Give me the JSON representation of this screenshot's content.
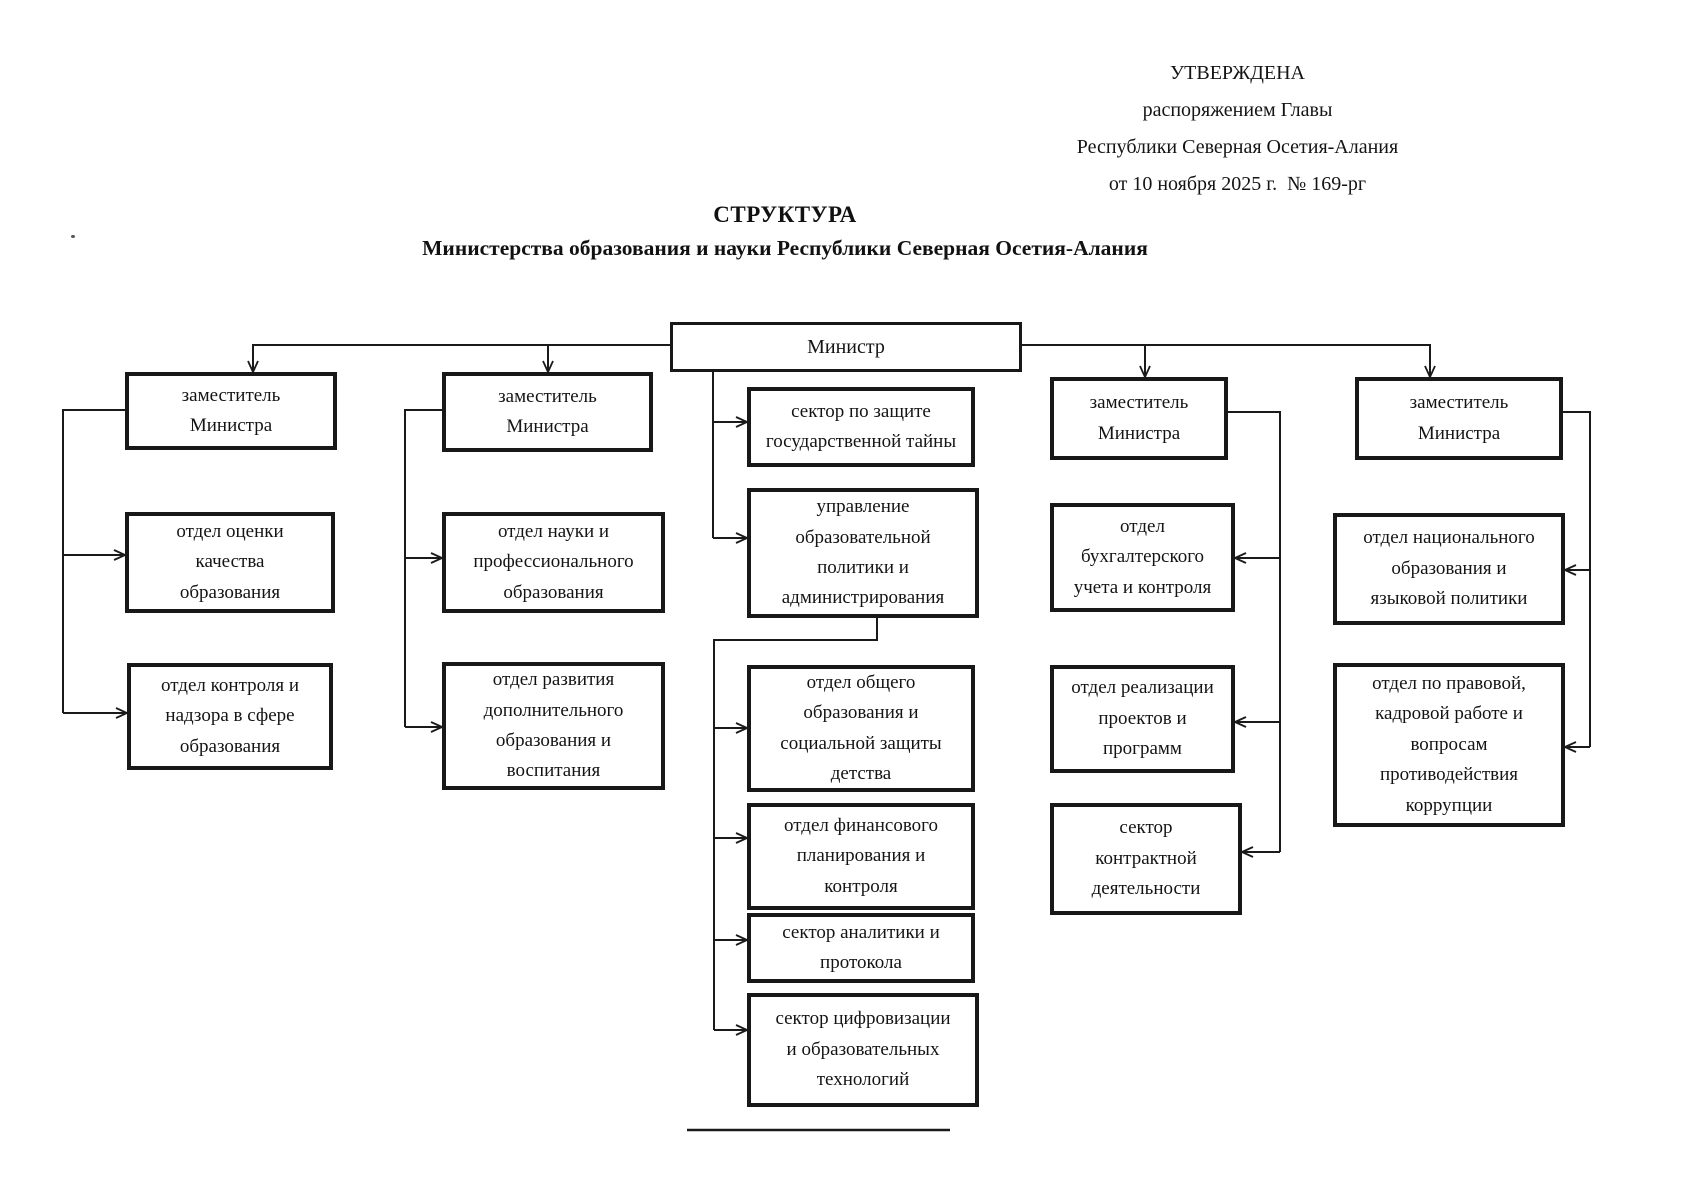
{
  "approval": {
    "line1": "УТВЕРЖДЕНА",
    "line2": "распоряжением Главы",
    "line3": "Республики Северная Осетия-Алания",
    "line4": "от 10 ноября 2025 г.  № 169-рг"
  },
  "title": "СТРУКТУРА",
  "subtitle": "Министерства образования и науки Республики Северная Осетия-Алания",
  "org": {
    "minister": "Министр",
    "minister_units": [
      "сектор по защите\nгосударственной тайны",
      "управление\nобразовательной\nполитики и\nадминистрирования"
    ],
    "upravlenie_units": [
      "отдел общего\nобразования и\nсоциальной защиты\nдетства",
      "отдел финансового\nпланирования и\nконтроля",
      "сектор аналитики и\nпротокола",
      "сектор цифровизации\nи образовательных\nтехнологий"
    ],
    "columns": [
      {
        "deputy": "заместитель\nМинистра",
        "units": [
          "отдел оценки\nкачества\nобразования",
          "отдел контроля и\nнадзора в сфере\nобразования"
        ]
      },
      {
        "deputy": "заместитель\nМинистра",
        "units": [
          "отдел науки и\nпрофессионального\nобразования",
          "отдел развития\nдополнительного\nобразования и\nвоспитания"
        ]
      },
      {
        "deputy": "заместитель\nМинистра",
        "units": [
          "отдел\nбухгалтерского\nучета и контроля",
          "отдел реализации\nпроектов и\nпрограмм",
          "сектор\nконтрактной\nдеятельности"
        ]
      },
      {
        "deputy": "заместитель\nМинистра",
        "units": [
          "отдел национального\nобразования и\nязыковой политики",
          "отдел по правовой,\nкадровой работе и\nвопросам\nпротиводействия\nкоррупции"
        ]
      }
    ]
  }
}
